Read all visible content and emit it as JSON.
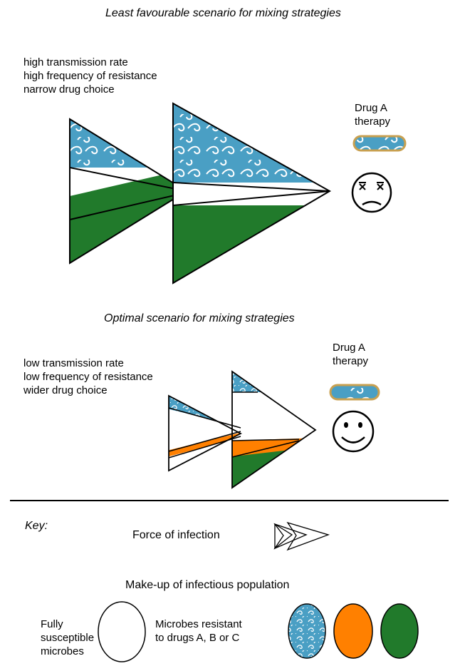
{
  "top_panel": {
    "title": "Least favourable scenario for mixing strategies",
    "conditions": [
      "high transmission rate",
      "high frequency of resistance",
      "narrow drug choice"
    ],
    "therapy_label": [
      "Drug A",
      "therapy"
    ],
    "outcome_icon": "dizzy-sad-face-icon"
  },
  "bottom_panel": {
    "title": "Optimal scenario for mixing strategies",
    "conditions": [
      "low transmission rate",
      "low frequency of resistance",
      "wider drug choice"
    ],
    "therapy_label": [
      "Drug A",
      "therapy"
    ],
    "outcome_icon": "smiley-face-icon"
  },
  "key": {
    "heading": "Key:",
    "force_label": "Force of infection",
    "makeup_label": "Make-up of infectious population",
    "susceptible_label": [
      "Fully",
      "susceptible",
      "microbes"
    ],
    "resistant_label": [
      "Microbes resistant",
      "to drugs A, B or C"
    ]
  },
  "colors": {
    "drug_a": "#4a9fc4",
    "drug_b": "#ff8000",
    "drug_c": "#217a2b",
    "pill_outline": "#c8a050",
    "susceptible": "#ffffff"
  }
}
